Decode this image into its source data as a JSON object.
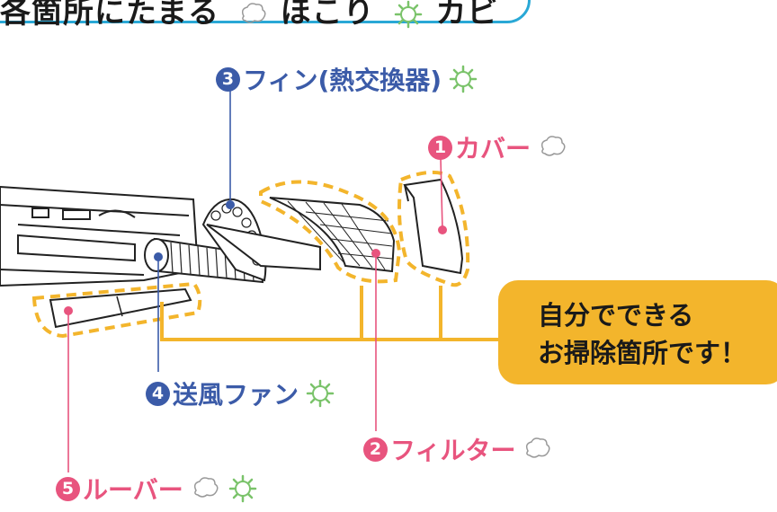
{
  "banner": {
    "text_part1": "各箇所にたまる",
    "text_part2": "ほこり",
    "text_part3": "カビ"
  },
  "parts": {
    "p1": {
      "number": "1",
      "label": "カバー",
      "icons": [
        "dust-icon"
      ]
    },
    "p2": {
      "number": "2",
      "label": "フィルター",
      "icons": [
        "dust-icon"
      ]
    },
    "p3": {
      "number": "3",
      "label": "フィン(熱交換器)",
      "icons": [
        "mold-icon"
      ]
    },
    "p4": {
      "number": "4",
      "label": "送風ファン",
      "icons": [
        "mold-icon"
      ]
    },
    "p5": {
      "number": "5",
      "label": "ルーバー",
      "icons": [
        "dust-icon",
        "mold-icon"
      ]
    }
  },
  "callout": {
    "line1": "自分でできる",
    "line2": "お掃除箇所です！"
  },
  "colors": {
    "pink": "#e8547e",
    "blue": "#3b5ba8",
    "orange": "#f3b52c",
    "cyan": "#29a8d6",
    "mold_green": "#7ac36a"
  }
}
